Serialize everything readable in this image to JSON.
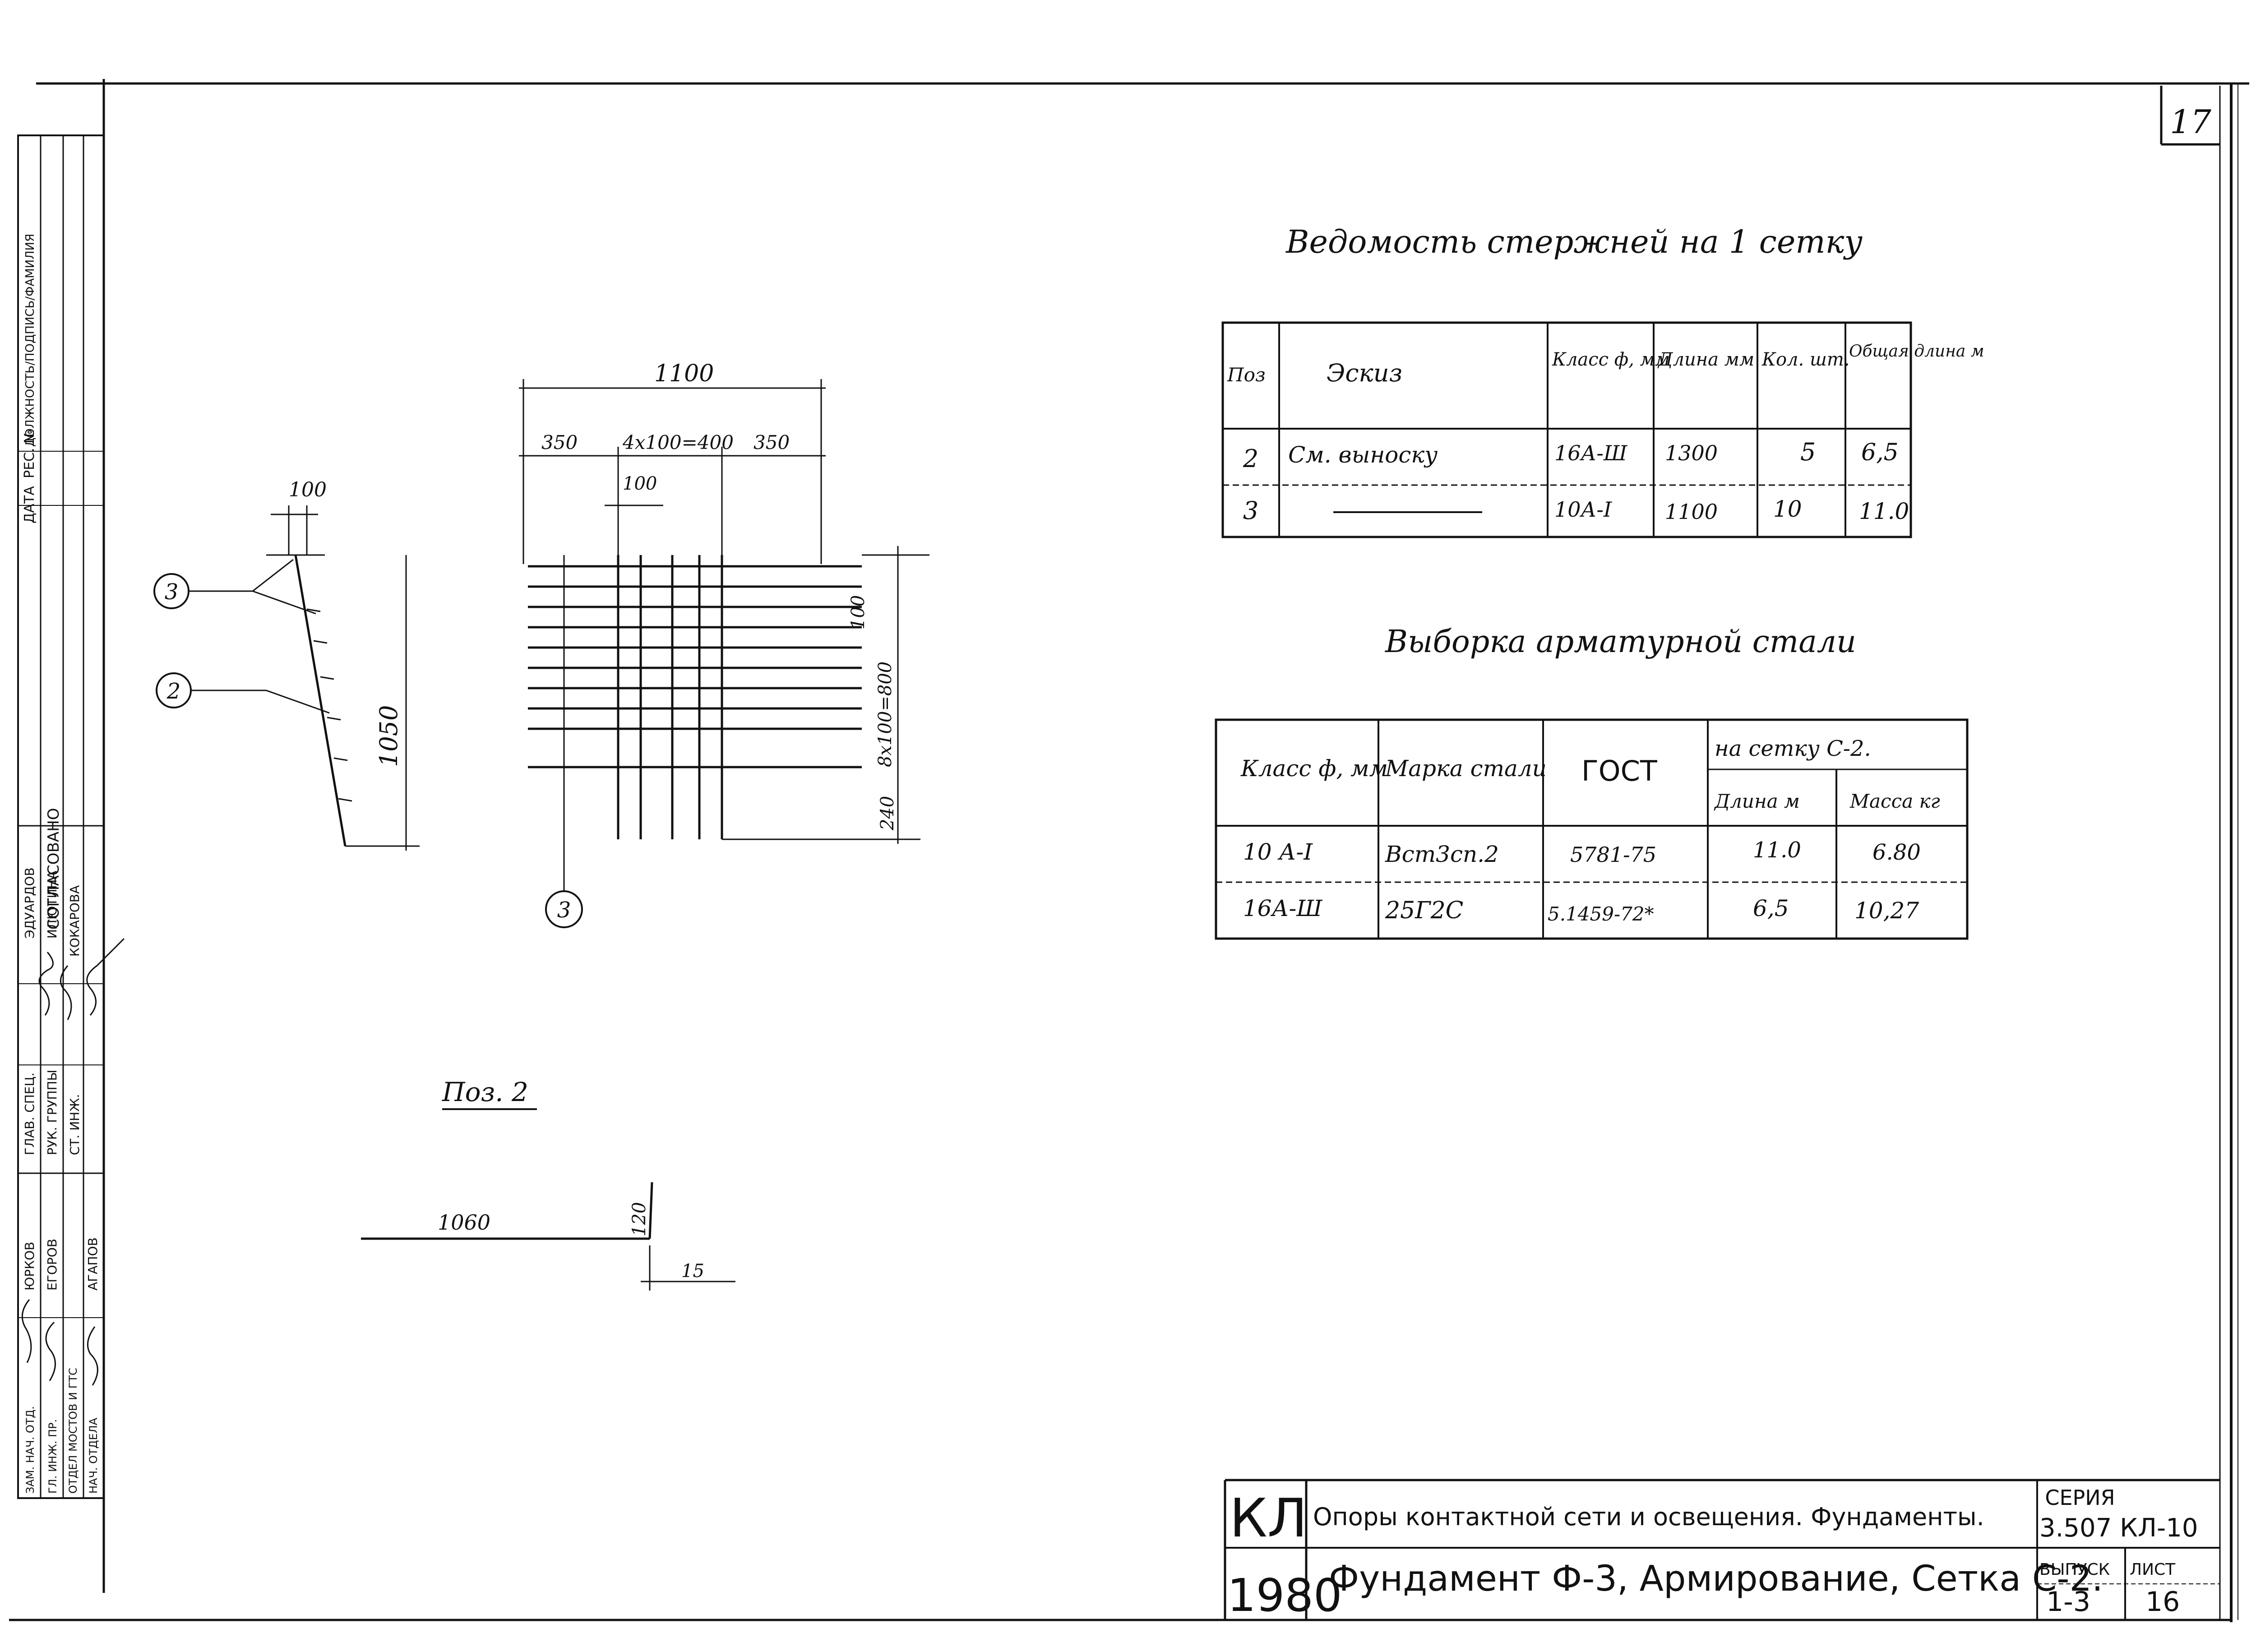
{
  "sheet": {
    "corner_number": "17"
  },
  "side_stamp": {
    "header": [
      "ДАТА",
      "РЕС. №",
      "ДОЛЖНОСТЬ/ПОДПИСЬ/ФАМИЛИЯ"
    ],
    "agreed": "СОГЛАСОВАНО",
    "rows": [
      {
        "role": "ГЛАВ. СПЕЦ.",
        "name": "ЭДУАРДОВ"
      },
      {
        "role": "РУК. ГРУППЫ",
        "name": "ИЛЮТИНА"
      },
      {
        "role": "СТ. ИНЖ.",
        "name": "КОКАРОВА"
      },
      {
        "role": "ЗАМ. НАЧ. ОТД.",
        "name": "ЮРКОВ"
      },
      {
        "role": "ГЛ. ИНЖ. ПР.",
        "name": "ЕГОРОВ"
      },
      {
        "role": "ОТДЕЛ МОСТОВ И ГТС",
        "name": ""
      },
      {
        "role": "НАЧ. ОТДЕЛА",
        "name": "АГАПОВ"
      }
    ]
  },
  "mesh_drawing": {
    "dim_total": "1100",
    "dim_left": "350",
    "dim_mid": "4x100=400",
    "dim_right": "350",
    "dim_step": "100",
    "dim_side_step": "100",
    "dim_side_total": "8x100=800",
    "dim_bottom": "240",
    "callout": "3"
  },
  "elevation_drawing": {
    "dim_top": "100",
    "dim_height": "1050",
    "callout_a": "3",
    "callout_b": "2"
  },
  "pos2": {
    "title": "Поз. 2",
    "dim_length": "1060",
    "dim_hook": "120",
    "dim_offset": "15"
  },
  "rods_table": {
    "title": "Ведомость стержней на 1 сетку",
    "headers": [
      "Поз",
      "Эскиз",
      "Класс ф, мм",
      "Длина мм",
      "Кол. шт.",
      "Общая длина м"
    ],
    "rows": [
      [
        "2",
        "См. выноску",
        "16А-Ш",
        "1300",
        "5",
        "6,5"
      ],
      [
        "3",
        "",
        "10А-I",
        "1100",
        "10",
        "11.0"
      ]
    ]
  },
  "steel_table": {
    "title": "Выборка арматурной стали",
    "headers": [
      "Класс ф, мм",
      "Марка стали",
      "ГОСТ",
      "на сетку С-2."
    ],
    "subheaders": [
      "Длина м",
      "Масса кг"
    ],
    "rows": [
      [
        "10 А-I",
        "Вст3сп.2",
        "5781-75",
        "11.0",
        "6.80"
      ],
      [
        "16А-Ш",
        "25Г2С",
        "5.1459-72*",
        "6,5",
        "10,27"
      ]
    ]
  },
  "title_block": {
    "logo": "КЛ",
    "year": "1980",
    "line1": "Опоры контактной сети и освещения. Фундаменты.",
    "line2": "Фундамент Ф-3, Армирование, Сетка С-2.",
    "series_label": "СЕРИЯ",
    "series_value": "3.507 КЛ-10",
    "issue_label": "ВЫПУСК",
    "issue_value": "1-3",
    "sheet_label": "ЛИСТ",
    "sheet_value": "16"
  }
}
